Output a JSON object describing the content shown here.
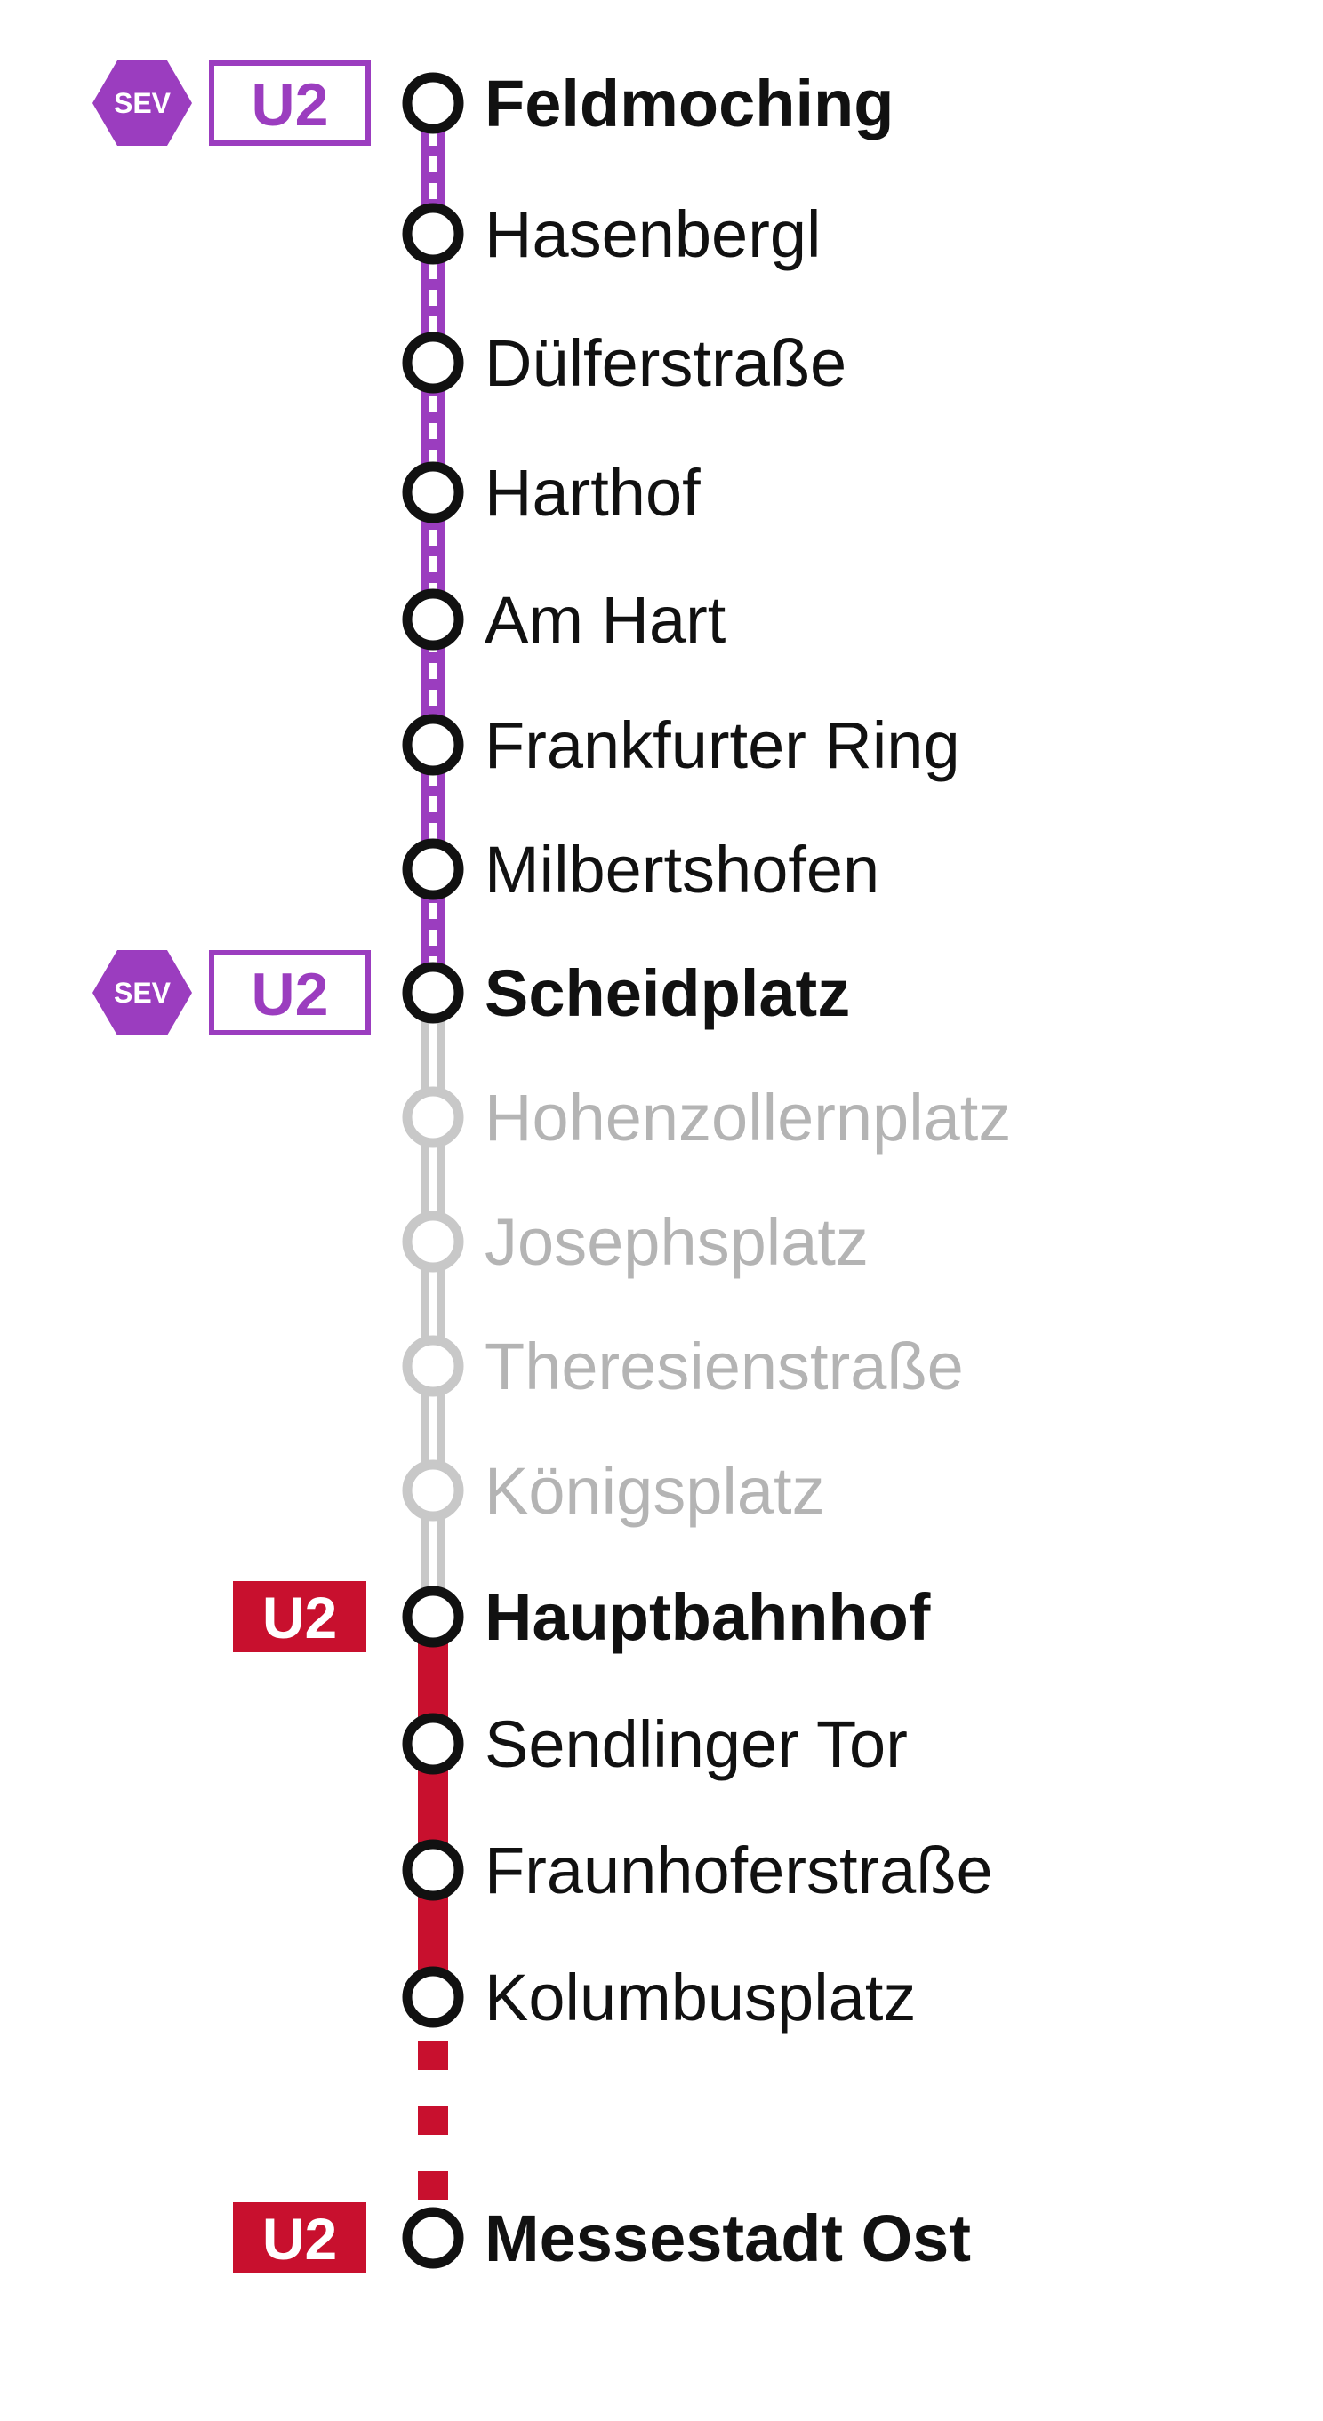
{
  "colors": {
    "sev": "#9b3dbf",
    "inactive": "#c8c8c8",
    "inactive_text": "#b4b4b4",
    "u2": "#c8102e",
    "ring": "#111111",
    "text": "#111111",
    "background": "#ffffff"
  },
  "line": {
    "name": "U2",
    "badge_sev": "SEV",
    "badge_line": "U2"
  },
  "segments": [
    {
      "from": 0,
      "to": 7,
      "style": "replacement-bus"
    },
    {
      "from": 7,
      "to": 12,
      "style": "closed"
    },
    {
      "from": 12,
      "to": 15,
      "style": "u2"
    },
    {
      "from": 15,
      "to": 16,
      "style": "u2-dotted"
    }
  ],
  "stations": [
    {
      "name": "Feldmoching",
      "major": true,
      "status": "replacement-bus",
      "badges": [
        "sev",
        "u2-outline"
      ]
    },
    {
      "name": "Hasenbergl",
      "major": false,
      "status": "replacement-bus",
      "badges": []
    },
    {
      "name": "Dülferstraße",
      "major": false,
      "status": "replacement-bus",
      "badges": []
    },
    {
      "name": "Harthof",
      "major": false,
      "status": "replacement-bus",
      "badges": []
    },
    {
      "name": "Am Hart",
      "major": false,
      "status": "replacement-bus",
      "badges": []
    },
    {
      "name": "Frankfurter Ring",
      "major": false,
      "status": "replacement-bus",
      "badges": []
    },
    {
      "name": "Milbertshofen",
      "major": false,
      "status": "replacement-bus",
      "badges": []
    },
    {
      "name": "Scheidplatz",
      "major": true,
      "status": "replacement-bus",
      "badges": [
        "sev",
        "u2-outline"
      ]
    },
    {
      "name": "Hohenzollernplatz",
      "major": false,
      "status": "closed",
      "badges": []
    },
    {
      "name": "Josephsplatz",
      "major": false,
      "status": "closed",
      "badges": []
    },
    {
      "name": "Theresienstraße",
      "major": false,
      "status": "closed",
      "badges": []
    },
    {
      "name": "Königsplatz",
      "major": false,
      "status": "closed",
      "badges": []
    },
    {
      "name": "Hauptbahnhof",
      "major": true,
      "status": "open",
      "badges": [
        "u2-filled"
      ]
    },
    {
      "name": "Sendlinger Tor",
      "major": false,
      "status": "open",
      "badges": []
    },
    {
      "name": "Fraunhoferstraße",
      "major": false,
      "status": "open",
      "badges": []
    },
    {
      "name": "Kolumbusplatz",
      "major": false,
      "status": "open",
      "badges": []
    },
    {
      "name": "Messestadt Ost",
      "major": true,
      "status": "open",
      "badges": [
        "u2-filled"
      ]
    }
  ]
}
